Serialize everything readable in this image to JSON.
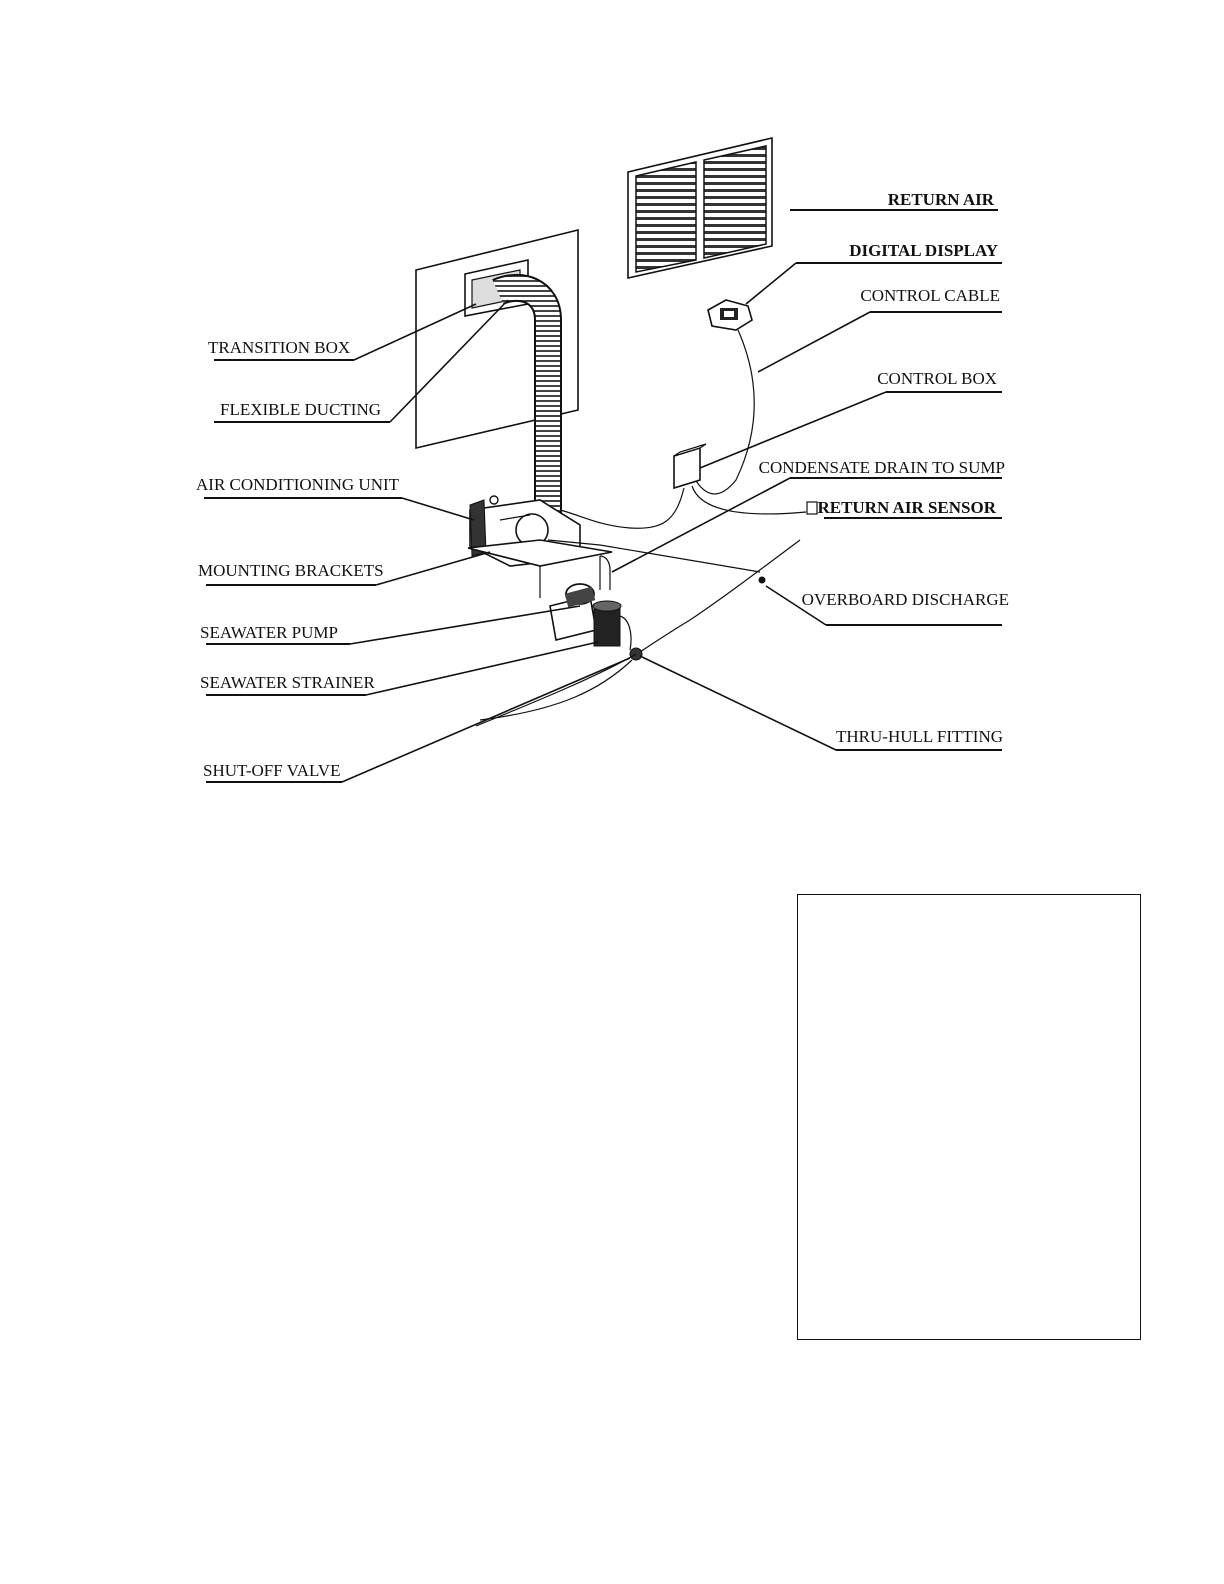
{
  "labels": {
    "return_air": "RETURN AIR",
    "digital_display": "DIGITAL DISPLAY",
    "control_cable": "CONTROL CABLE",
    "control_box": "CONTROL BOX",
    "condensate_drain": "CONDENSATE DRAIN TO SUMP",
    "return_air_sensor": "RETURN AIR SENSOR",
    "overboard_discharge": "OVERBOARD DISCHARGE",
    "thru_hull_fitting": "THRU-HULL FITTING",
    "transition_box": "TRANSITION BOX",
    "flexible_ducting": "FLEXIBLE DUCTING",
    "air_conditioning_unit": "AIR CONDITIONING UNIT",
    "mounting_brackets": "MOUNTING BRACKETS",
    "seawater_pump": "SEAWATER PUMP",
    "seawater_strainer": "SEAWATER STRAINER",
    "shut_off_valve": "SHUT-OFF VALVE"
  }
}
